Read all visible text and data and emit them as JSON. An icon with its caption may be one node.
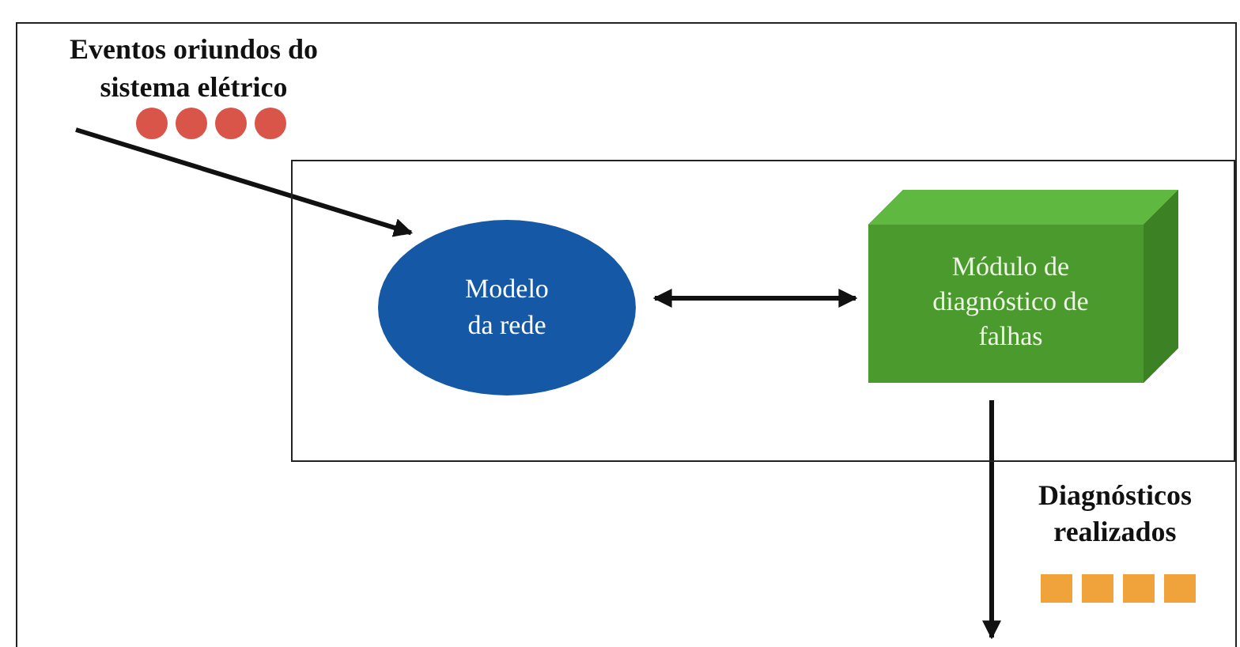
{
  "diagram": {
    "nodes": [
      {
        "text": [],
        "shape": "box"
      },
      {
        "text": [
          "Eventos oriundos do sistema elétrico"
        ],
        "in": 0
      },
      {
        "text": [],
        "shape": "box",
        "in": 0
      },
      {
        "text": [
          "Modelo da rede"
        ],
        "in": 2
      },
      {
        "text": [
          "Módulo de diagnóstico de falhas"
        ],
        "in": 2
      }
    ],
    "edges": [
      {
        "from": 1,
        "to": 3,
        "arrow": "to"
      },
      {
        "from": 3,
        "to": 4,
        "arrow": "both"
      },
      {
        "from": 4,
        "to": null,
        "arrow": "to"
      }
    ],
    "labels": [
      "Diagnósticos realizados"
    ]
  }
}
